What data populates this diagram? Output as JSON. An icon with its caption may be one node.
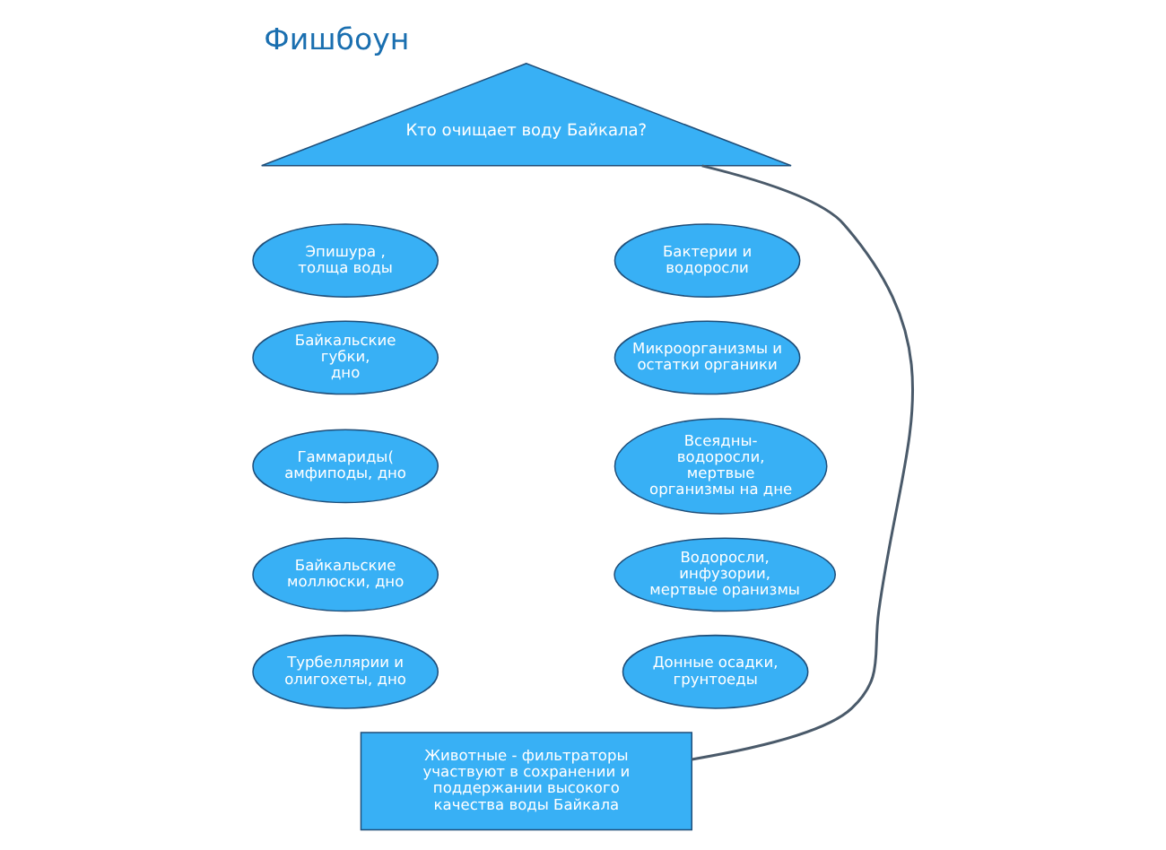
{
  "diagram": {
    "title": "Фишбоун",
    "nodes": [
      {
        "text": [
          "Кто очищает воду Байкала?"
        ]
      },
      {
        "text": [
          "Эпишура ,",
          "толща воды"
        ]
      },
      {
        "text": [
          "Бактерии и водоросли"
        ]
      },
      {
        "text": [
          "Байкальские губки,",
          "дно"
        ]
      },
      {
        "text": [
          "Микроорганизмы и остатки органики"
        ]
      },
      {
        "text": [
          "Гаммариды( амфиподы, дно"
        ]
      },
      {
        "text": [
          "Всеядны- водоросли, мертвые организмы на дне"
        ]
      },
      {
        "text": [
          "Байкальские моллюски, дно"
        ]
      },
      {
        "text": [
          "Водоросли, инфузории, мертвые оранизмы"
        ]
      },
      {
        "text": [
          "Турбеллярии и олигохеты, дно"
        ]
      },
      {
        "text": [
          "Донные осадки, грунтоеды"
        ]
      },
      {
        "text": [
          "Животные - фильтраторы участвуют в сохранении и поддержании высокого качества воды Байкала"
        ]
      }
    ],
    "edges": [
      {
        "from": 0,
        "to": 11,
        "arrow": "none"
      }
    ]
  }
}
